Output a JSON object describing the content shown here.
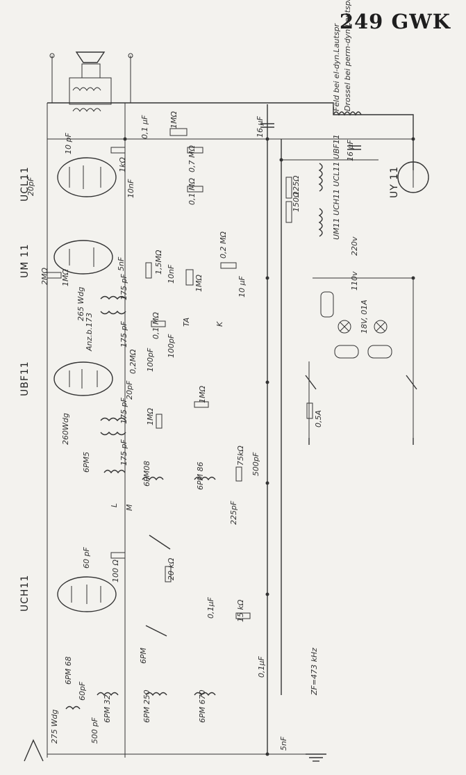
{
  "title": "249 GWK",
  "tubes": {
    "ucl11": "UCL11",
    "um11": "UM 11",
    "ubf11": "UBF11",
    "uch11": "UCH11",
    "uy11": "UY 11"
  },
  "notes": {
    "speaker_field": "Feld bei el-dyn.Lautspr",
    "speaker_choke": "Drossel bei perm-dyn.Lautspr",
    "heater_chain": "UM11 UCH11 UCL11 UBF11",
    "if_freq": "ZF=473 kHz",
    "v220": "220v",
    "v110": "110v",
    "lamp": "18V, 01A",
    "fuse": "0,5A"
  },
  "components": {
    "c_10pf": "10 pF",
    "c_01uf": "0,1 µF",
    "pot_1m": "1MΩ",
    "r_1k": "1kΩ",
    "r_07m": "0,7 MΩ",
    "c_16uf": "16 µF",
    "c_16uf_b": "16 µF",
    "c_10nf": "10nF",
    "r_01m": "0,1 MΩ",
    "r_125": "125Ω",
    "r_150": "150Ω",
    "c_20pf": "20pF",
    "r_2m": "2MΩ",
    "r_1m_a": "1MΩ",
    "c_5nf": "5nF",
    "r_15m": "1,5MΩ",
    "c_10nf_b": "10nF",
    "pot_1m_b": "1MΩ",
    "r_02m": "0,2 MΩ",
    "c_10uf": "10 µF",
    "c_175pf": "175 pF",
    "wdg_265": "265 Wdg",
    "anz": "Anz.b.173",
    "c_175pf_b": "175 pF",
    "r_01m_b": "0,1 MΩ",
    "r_02m_b": "0,2MΩ",
    "c_100pf": "100pF",
    "c_100pf_b": "100pF",
    "c_20pf_b": "20pF",
    "r_1m_b": "1MΩ",
    "c_175pf_c": "175 pF",
    "wdg_260": "260Wdg",
    "r_1m_c": "1MΩ",
    "c_175pf_d": "175 pF",
    "l_6pm5": "6PM5",
    "l_6pm08": "6PM08",
    "l_6pm86": "6PM 86",
    "r_75k": "75kΩ",
    "c_500pf": "500pF",
    "c_225pf": "225pF",
    "c_60pf": "60 pF",
    "r_100": "100 Ω",
    "r_20k": "20 kΩ",
    "c_01uf_b": "0,1µF",
    "r_15k": "15 kΩ",
    "l_6pm_a": "6PM",
    "l_6pm68": "6PM 68",
    "c_60pf_b": "60pF",
    "l_6pm32": "6PM 32",
    "l_6pm250": "6PM 250",
    "l_6pm670": "6PM 670",
    "c_500pf_b": "500 pF",
    "wdg_275": "275 Wdg",
    "c_5nf_b": "5nF",
    "c_01uf_c": "0,1µF",
    "sw_ta": "TA",
    "sw_k": "K",
    "sw_m": "M",
    "sw_l": "L"
  }
}
